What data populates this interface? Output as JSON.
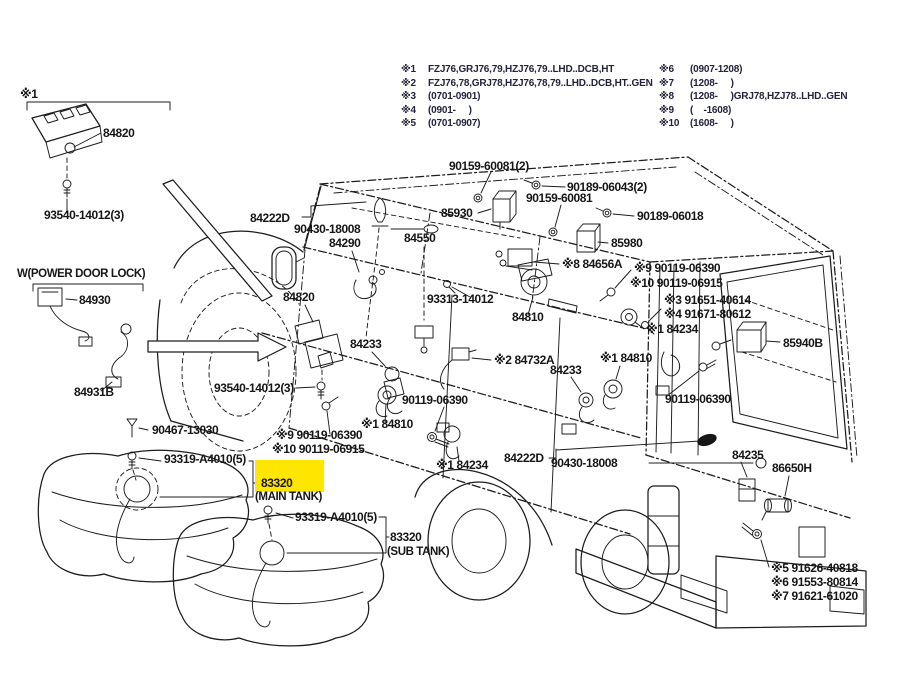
{
  "page": {
    "background": "#ffffff"
  },
  "diagram": {
    "line_color": "#1c1c1c",
    "highlight": {
      "bg": "#ffe600",
      "text_color": "#8b1e1e",
      "part": "83320"
    },
    "legend": {
      "left": [
        {
          "ref": "※1",
          "desc": "FZJ76,GRJ76,79,HZJ76,79..LHD..DCB,HT"
        },
        {
          "ref": "※2",
          "desc": "FZJ76,78,GRJ78,HZJ76,78,79..LHD..DCB,HT..GEN"
        },
        {
          "ref": "※3",
          "desc": "(0701-0901)"
        },
        {
          "ref": "※4",
          "desc": "(0901-     )"
        },
        {
          "ref": "※5",
          "desc": "(0701-0907)"
        }
      ],
      "right": [
        {
          "ref": "※6",
          "desc": "(0907-1208)"
        },
        {
          "ref": "※7",
          "desc": "(1208-     )"
        },
        {
          "ref": "※8",
          "desc": "(1208-     )GRJ78,HZJ78..LHD..GEN"
        },
        {
          "ref": "※9",
          "desc": "(    -1608)"
        },
        {
          "ref": "※10",
          "desc": "(1608-     )"
        }
      ]
    },
    "labels": [
      "※1",
      "84820",
      "93540-14012(3)",
      "W(POWER DOOR LOCK)",
      "84930",
      "84931B",
      "84222D",
      "90430-18008",
      "84290",
      "84550",
      "84820",
      "93313-14012",
      "84233",
      "84810",
      "93540-14012(3)",
      "90119-06390",
      "※9 90119-06390",
      "※10 90119-06915",
      "※1 84810",
      "※1 84234",
      "84222D",
      "90430-18008",
      "90159-60081(2)",
      "90189-06043(2)",
      "90159-60081",
      "85930",
      "90189-06018",
      "85980",
      "※8 84656A",
      "※9 90119-06390",
      "※10 90119-06915",
      "※3 91651-40614",
      "※4 91671-80612",
      "※1 84234",
      "85940B",
      "※2 84732A",
      "84233",
      "※1 84810",
      "90119-06390",
      "84235",
      "86650H",
      "90467-13030",
      "93319-A4010(5)",
      "83320",
      "(MAIN TANK)",
      "93319-A4010(5)",
      "83320",
      "(SUB TANK)",
      "※5 91626-40818",
      "※6 91553-80814",
      "※7 91621-61020"
    ]
  }
}
